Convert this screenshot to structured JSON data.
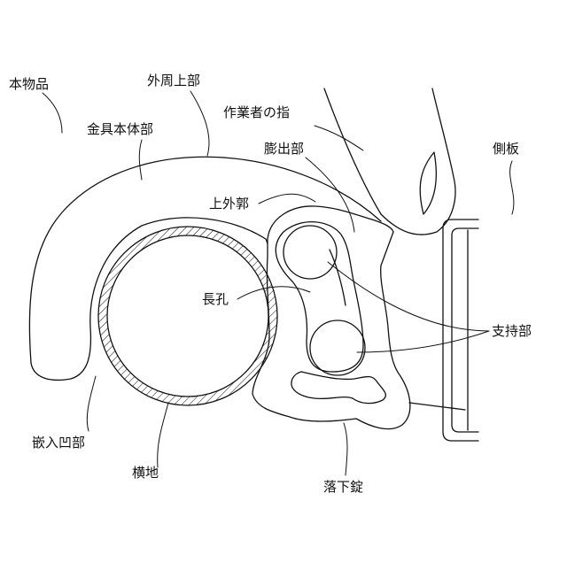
{
  "labels": {
    "product": "本物品",
    "outer_upper": "外周上部",
    "operator_finger": "作業者の指",
    "fitting_body": "金具本体部",
    "bulge": "膨出部",
    "side_plate": "側板",
    "upper_outer_wall": "上外郭",
    "long_hole": "長孔",
    "support": "支持部",
    "fitting_recess": "嵌入凹部",
    "crossbar": "横地",
    "drop_lock": "落下錠"
  }
}
